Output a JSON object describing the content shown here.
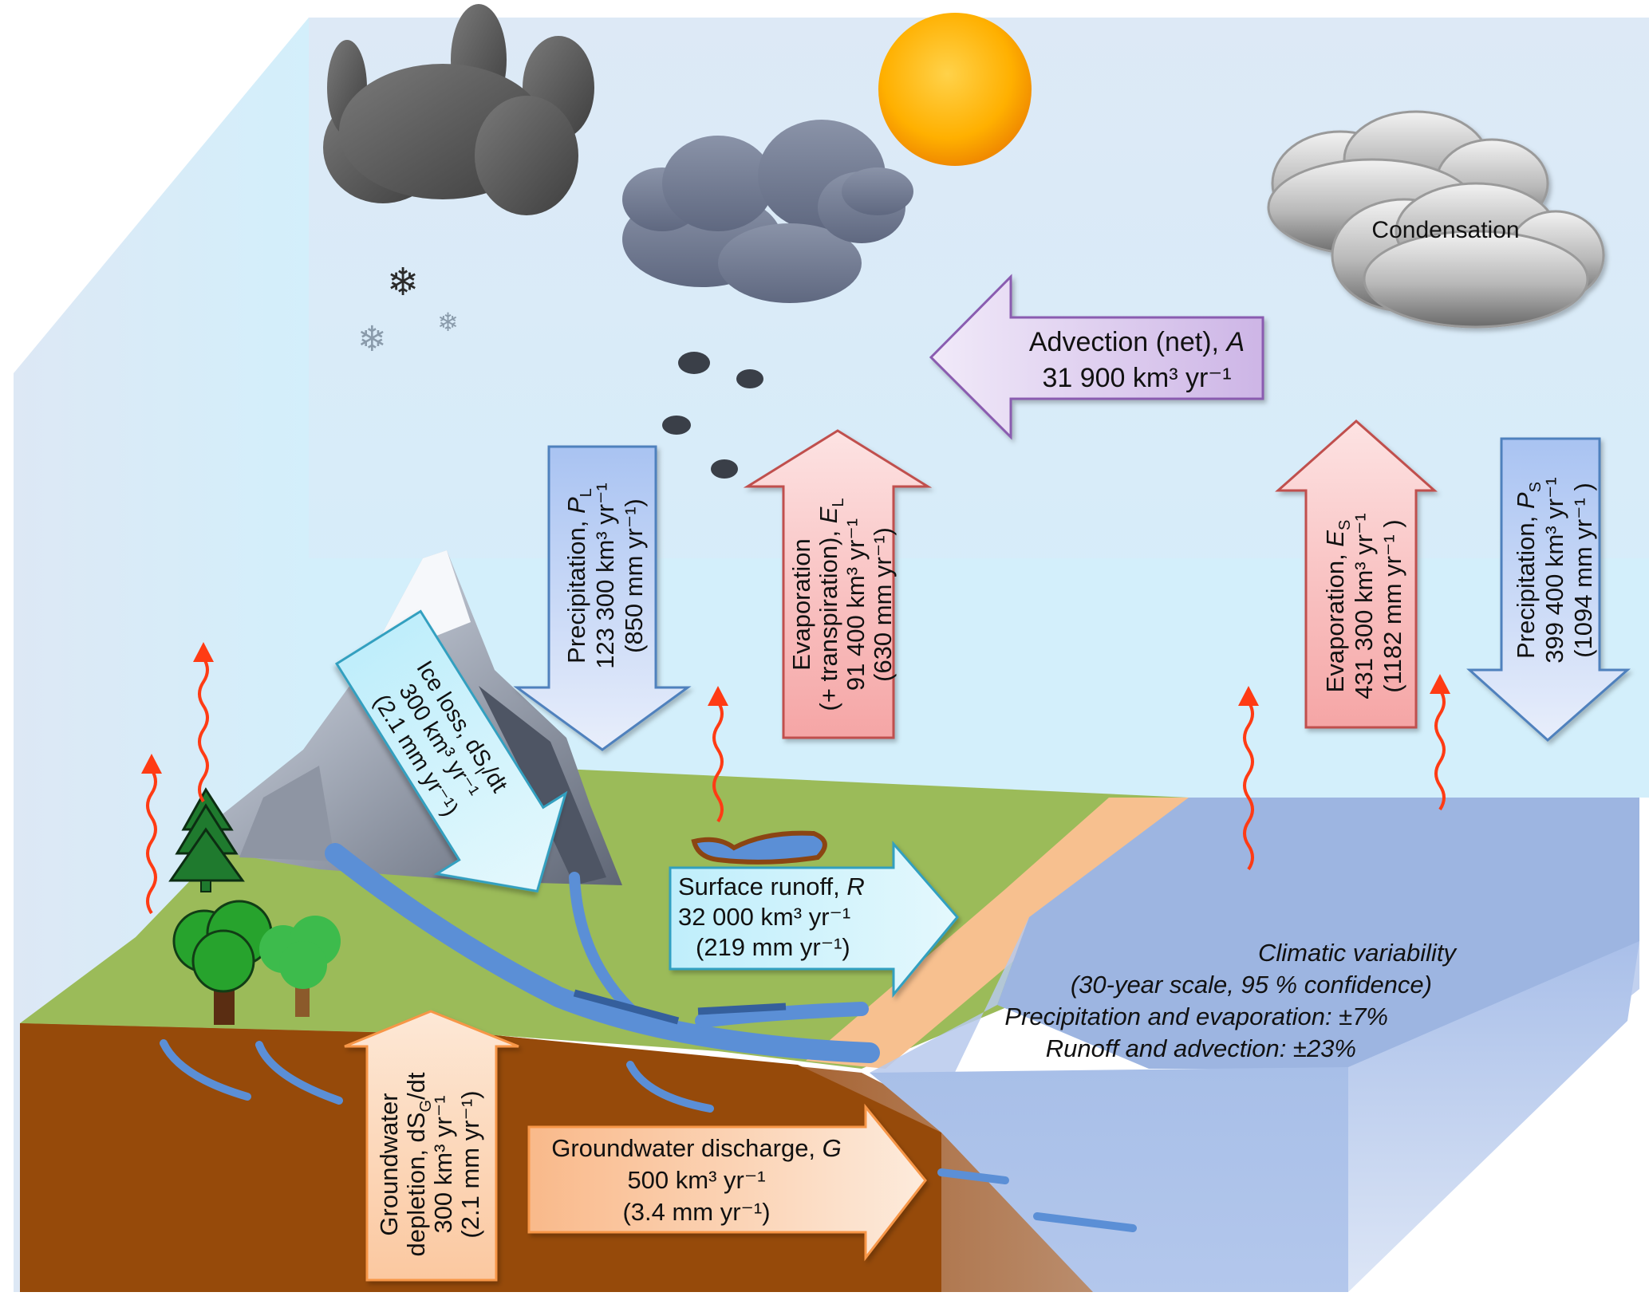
{
  "title": "Global water cycle fluxes",
  "colors": {
    "sky_back": "#dce9f6",
    "sky_side": "#d4effb",
    "land_green": "#9bbb59",
    "soil_brown": "#964a0a",
    "ocean": "#9db5e1",
    "beach": "#f7c08f",
    "precip_arrow": "#bcd0f5",
    "evap_arrow": "#f7b3b3",
    "advection_arrow": "#d8c6ec",
    "runoff_arrow": "#c9f0fb",
    "groundwater_arrow": "#fbd2b0",
    "heat_squiggle": "#ff3b14"
  },
  "clouds": {
    "condensation_label": "Condensation"
  },
  "fluxes": {
    "advection": {
      "name": "Advection (net), ",
      "symbol": "A",
      "value_line": "31 900 km³ yr⁻¹"
    },
    "precip_land": {
      "name": "Precipitation, ",
      "symbol": "P",
      "subscript": "L",
      "value_line": "123 300 km³ yr⁻¹",
      "depth_line": "(850 mm yr⁻¹)"
    },
    "evap_land": {
      "name_line1": "Evaporation",
      "name_line2": "(+ transpiration), ",
      "symbol": "E",
      "subscript": "L",
      "value_line": "91 400 km³ yr⁻¹",
      "depth_line": "(630 mm yr⁻¹)"
    },
    "evap_sea": {
      "name": "Evaporation, ",
      "symbol": "E",
      "subscript": "S",
      "value_line": "431 300 km³ yr⁻¹",
      "depth_line": "(1182 mm yr⁻¹ )"
    },
    "precip_sea": {
      "name": "Precipitation, ",
      "symbol": "P",
      "subscript": "S",
      "value_line": "399 400 km³ yr⁻¹",
      "depth_line": "(1094 mm yr⁻¹ )"
    },
    "ice_loss": {
      "name": "Ice loss, dS",
      "subscript": "I",
      "name_tail": "/dt",
      "value_line": "300 km³ yr⁻¹",
      "depth_line": "(2.1 mm yr⁻¹)"
    },
    "surface_runoff": {
      "name": "Surface runoff, ",
      "symbol": "R",
      "value_line": "32 000 km³ yr⁻¹",
      "depth_line": "(219 mm yr⁻¹)"
    },
    "groundwater_depletion": {
      "name_line1": "Groundwater",
      "name_line2": "depletion, dS",
      "subscript": "G",
      "name_tail": "/dt",
      "value_line": "300 km³ yr⁻¹",
      "depth_line": "(2.1 mm yr⁻¹)"
    },
    "groundwater_discharge": {
      "name": "Groundwater discharge, ",
      "symbol": "G",
      "value_line": "500 km³ yr⁻¹",
      "depth_line": "(3.4 mm yr⁻¹)"
    }
  },
  "climatic_variability": {
    "title": "Climatic variability",
    "subtitle": "(30-year scale, 95 % confidence)",
    "line_precip_evap": "Precipitation and evaporation: ±7%",
    "line_runoff_advection": "Runoff and advection: ±23%"
  }
}
